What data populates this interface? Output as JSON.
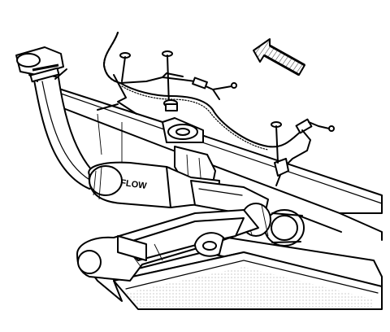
{
  "diagram": {
    "stamp_text": "FLOW",
    "ink_color": "#000000",
    "paper_color": "#ffffff",
    "direction_arrow": "front-of-vehicle-arrow",
    "components": [
      "crossmember",
      "frame-rail",
      "exhaust-pipe",
      "catalytic-converter",
      "tailpipe-muffler",
      "oxygen-sensor-harness",
      "mounting-bolts",
      "exhaust-hanger"
    ]
  }
}
